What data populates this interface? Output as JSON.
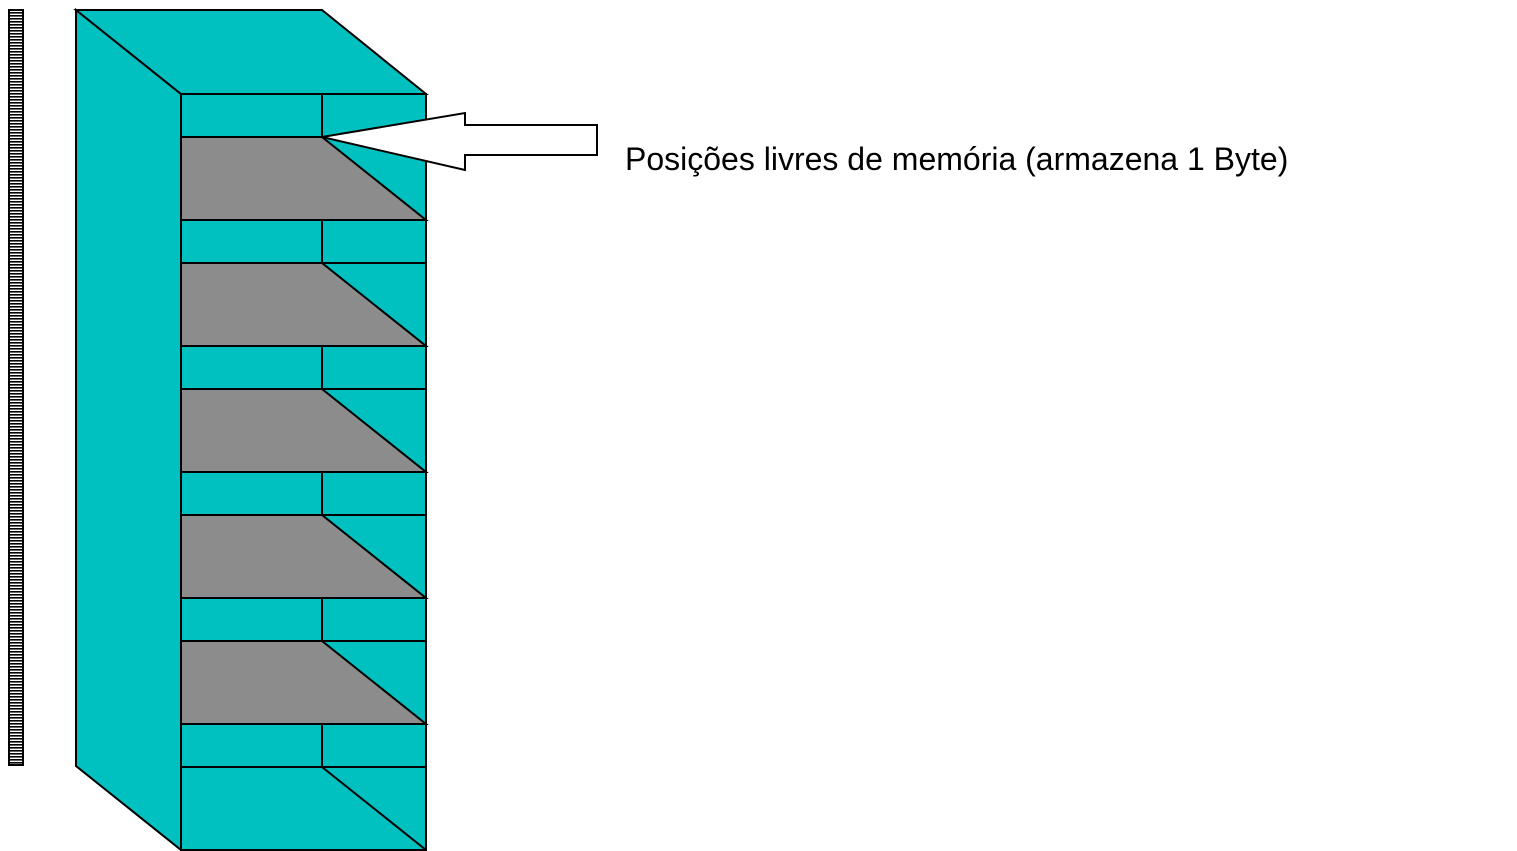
{
  "diagram": {
    "label": "Posições livres de memória (armazena 1 Byte)",
    "colors": {
      "cabinet": "#00C0C0",
      "shelf": "#8C8C8C",
      "outline": "#000000",
      "background": "#FFFFFF"
    },
    "slot_count": 6,
    "filled_slots": 5
  }
}
